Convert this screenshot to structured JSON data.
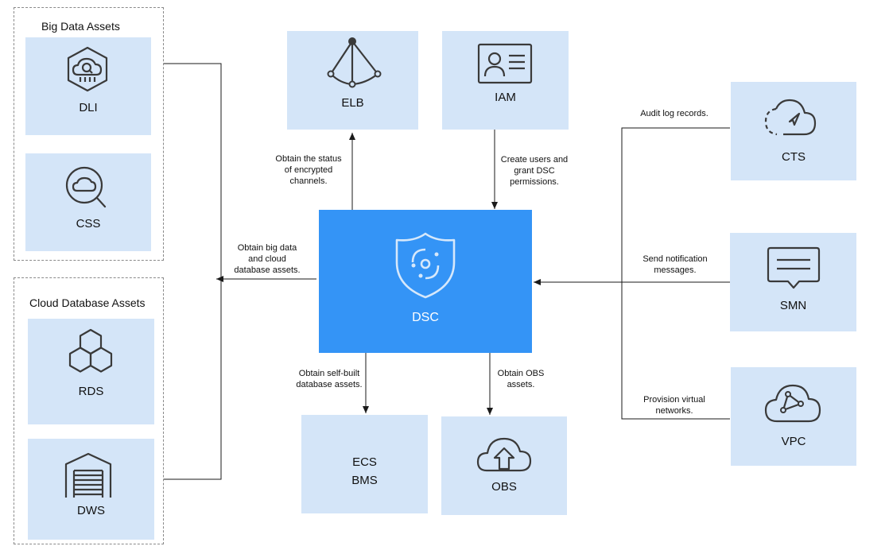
{
  "groups": {
    "big_data": "Big Data Assets",
    "cloud_db": "Cloud Database Assets"
  },
  "nodes": {
    "dli": "DLI",
    "css": "CSS",
    "rds": "RDS",
    "dws": "DWS",
    "elb": "ELB",
    "iam": "IAM",
    "dsc": "DSC",
    "ecs": "ECS",
    "bms": "BMS",
    "obs": "OBS",
    "cts": "CTS",
    "smn": "SMN",
    "vpc": "VPC"
  },
  "edges": {
    "elb": [
      "Obtain the status",
      "of encrypted",
      "channels."
    ],
    "iam": [
      "Create users and",
      "grant DSC",
      "permissions."
    ],
    "assets": [
      "Obtain big data",
      "and cloud",
      "database assets."
    ],
    "ecs": [
      "Obtain self-built",
      "database assets."
    ],
    "obs": [
      "Obtain OBS",
      "assets."
    ],
    "cts": [
      "Audit log records."
    ],
    "smn": [
      "Send notification",
      "messages."
    ],
    "vpc": [
      "Provision virtual",
      "networks."
    ]
  },
  "icons": {
    "dli": "cloud-search-hexagon-icon",
    "css": "cloud-magnifier-icon",
    "rds": "hexagon-cluster-icon",
    "dws": "warehouse-icon",
    "elb": "load-balancer-icon",
    "iam": "id-card-icon",
    "dsc": "shield-icon",
    "obs": "cloud-upload-icon",
    "cts": "cloud-trace-icon",
    "smn": "message-bubble-icon",
    "vpc": "cloud-network-icon"
  },
  "colors": {
    "node_fill": "#d4e5f8",
    "dsc_fill": "#3494f6",
    "icon_stroke": "#3a3a3a",
    "line": "#1a1a1a"
  }
}
